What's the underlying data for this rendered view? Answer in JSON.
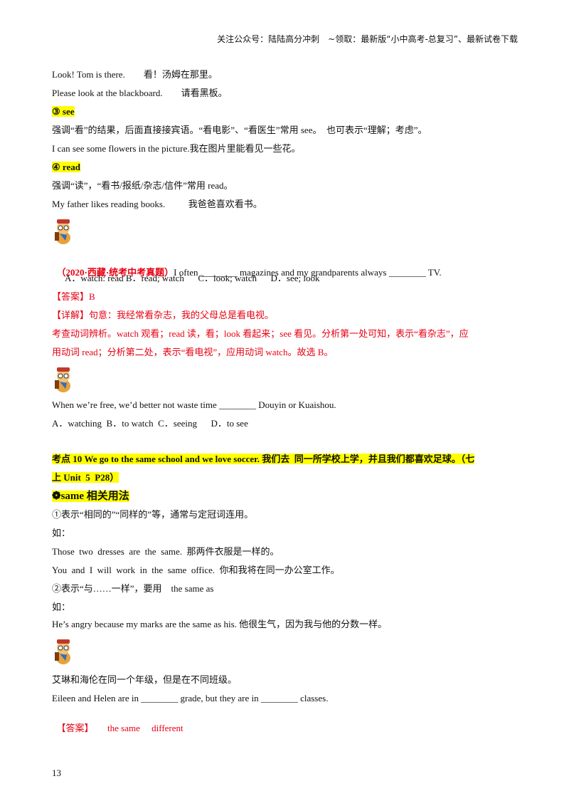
{
  "header": "关注公众号：陆陆高分冲刺　~领取：最新版“小中高考-总复习”、最新试卷下载",
  "lines": {
    "l1": "Look! Tom is there.        看！汤姆在那里。",
    "l2": "Please look at the blackboard.        请看黑板。",
    "see_title": "③ see",
    "l3": "强调“看”的结果，后面直接接宾语。“看电影”、“看医生”常用 see。  也可表示“理解；考虑”。",
    "l4": "I can see some flowers in the picture.我在图片里能看见一些花。",
    "read_title": "④ read",
    "l5": "强调“读”，“看书/报纸/杂志/信件”常用 read。",
    "l6": "My father likes reading books.          我爸爸喜欢看书。",
    "q1_source": "（2020·西藏·统考中考真题）",
    "q1_text": "I often ________ magazines and my grandparents always ________ TV.",
    "q1_options": "A．watch: read B．read; watch      C．look; watch      D．see; look",
    "q1_answer": "【答案】B",
    "q1_detail1": "【详解】句意：我经常看杂志，我的父母总是看电视。",
    "q1_detail2": "考查动词辨析。watch 观看；read 读，看；look 看起来；see 看见。分析第一处可知，表示“看杂志”，应",
    "q1_detail3": "用动词 read；分析第二处，表示“看电视”，应用动词 watch。故选 B。",
    "q2_text": "When we’re free, we’d better not waste time ________ Douyin or Kuaishou.",
    "q2_options": "A．watching  B．to watch  C．seeing      D．to see",
    "kd10_line1": "考点 10 We go to the same school and we love soccer. 我们去  同一所学校上学，并且我们都喜欢足球。（七",
    "kd10_line2": "上 Unit  5  P28）",
    "same_title": "❁same 相关用法",
    "s1": "①表示“相同的”“同样的”等，通常与定冠词连用。",
    "s2": "如：",
    "s3": "Those  two  dresses  are  the  same.  那两件衣服是一样的。",
    "s4": "You  and  I  will  work  in  the  same  office.  你和我将在同一办公室工作。",
    "s5": "②表示“与……一样”，要用    the same as",
    "s6": "如：",
    "s7": "He’s angry because my marks are the same as his. 他很生气，因为我与他的分数一样。",
    "e1": "艾琳和海伦在同一个年级，但是在不同班级。",
    "e2": "Eileen and Helen are in ________ grade, but they are in ________ classes.",
    "e3_label": "【答案】",
    "e3_answer": "      the same     different"
  },
  "page_number": "13",
  "colors": {
    "answer_red": "#e60012",
    "highlight": "#ffff00"
  }
}
